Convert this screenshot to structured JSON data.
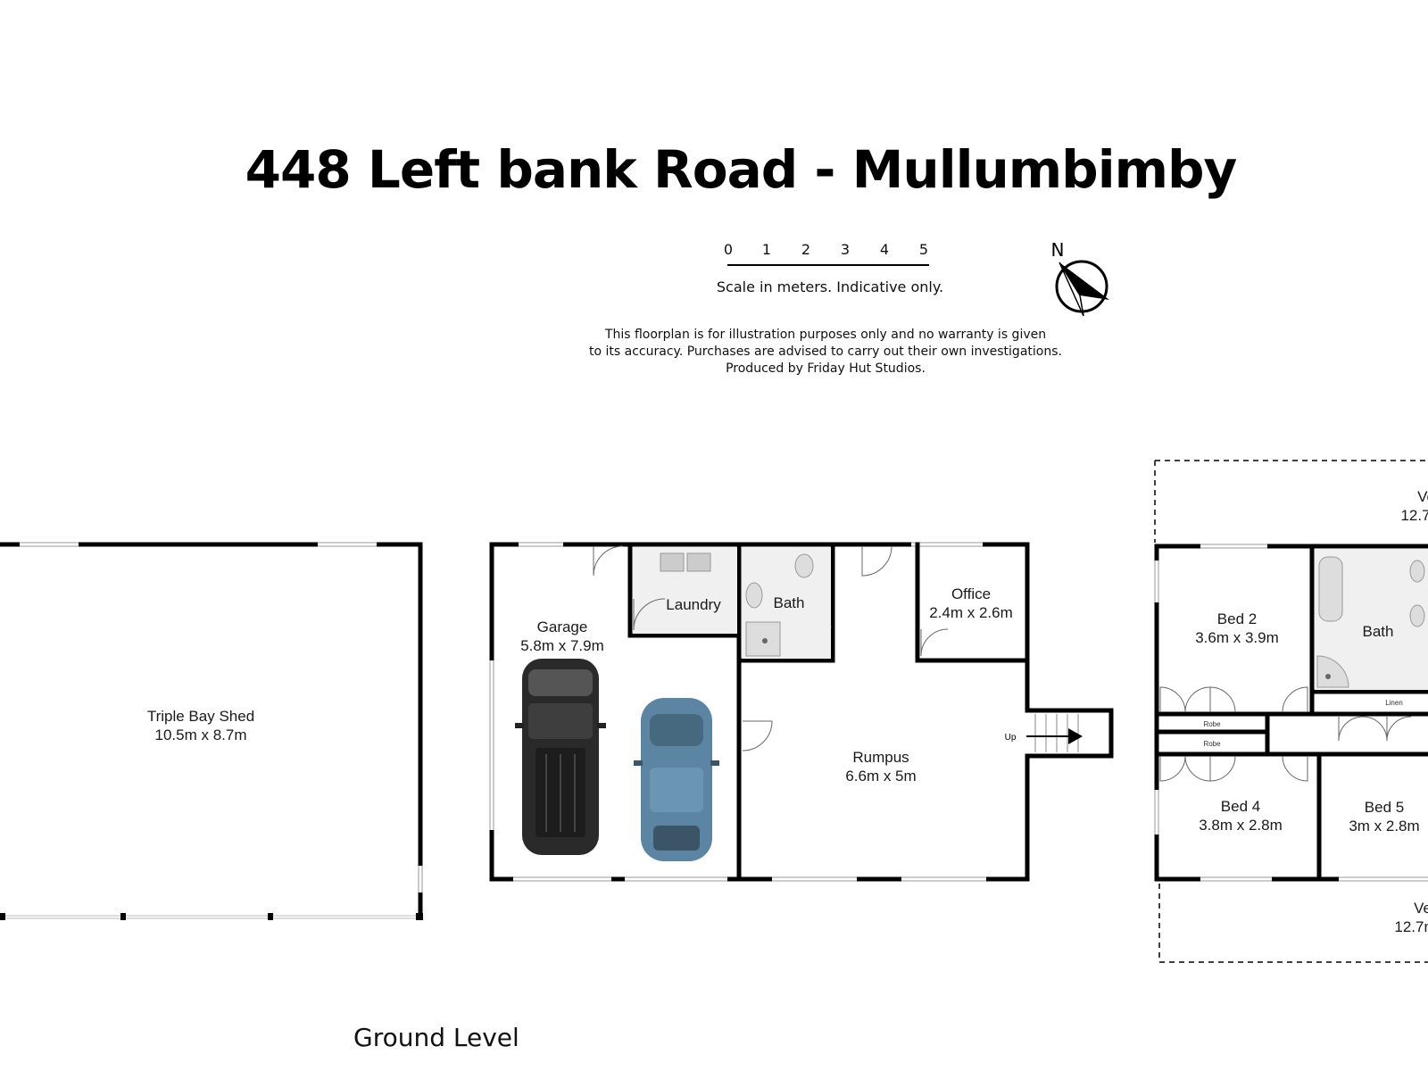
{
  "title": "448 Left bank Road - Mullumbimby",
  "scale": {
    "numbers": [
      "0",
      "1",
      "2",
      "3",
      "4",
      "5"
    ],
    "caption": "Scale in meters. Indicative only."
  },
  "compass": {
    "label": "N",
    "icon": "north-arrow-icon"
  },
  "disclaimer": {
    "line1": "This floorplan is for illustration purposes only and no warranty is given",
    "line2": "to its accuracy. Purchases are advised to carry out their own investigations.",
    "line3": "Produced by Friday Hut Studios."
  },
  "level_label": "Ground Level",
  "rooms": {
    "shed": {
      "name": "Triple Bay Shed",
      "size": "10.5m x 8.7m"
    },
    "garage": {
      "name": "Garage",
      "size": "5.8m x 7.9m"
    },
    "laundry": {
      "name": "Laundry"
    },
    "bath1": {
      "name": "Bath"
    },
    "office": {
      "name": "Office",
      "size": "2.4m x 2.6m"
    },
    "rumpus": {
      "name": "Rumpus",
      "size": "6.6m x 5m"
    },
    "stairs": {
      "label": "Up"
    },
    "bed2": {
      "name": "Bed 2",
      "size": "3.6m x 3.9m"
    },
    "bath2": {
      "name": "Bath"
    },
    "linen": {
      "name": "Linen"
    },
    "robe1": {
      "name": "Robe"
    },
    "robe2": {
      "name": "Robe"
    },
    "bed4": {
      "name": "Bed 4",
      "size": "3.8m x 2.8m"
    },
    "bed5": {
      "name": "Bed 5",
      "size": "3m x 2.8m"
    },
    "veranda_top": {
      "name": "Ve",
      "size": "12.7"
    },
    "veranda_bottom": {
      "name": "Ve",
      "size": "12.7m"
    }
  },
  "colors": {
    "wall": "#000000",
    "car_dark": "#2a2a2a",
    "car_blue": "#5b85a3",
    "tile": "#f0f0f0"
  }
}
